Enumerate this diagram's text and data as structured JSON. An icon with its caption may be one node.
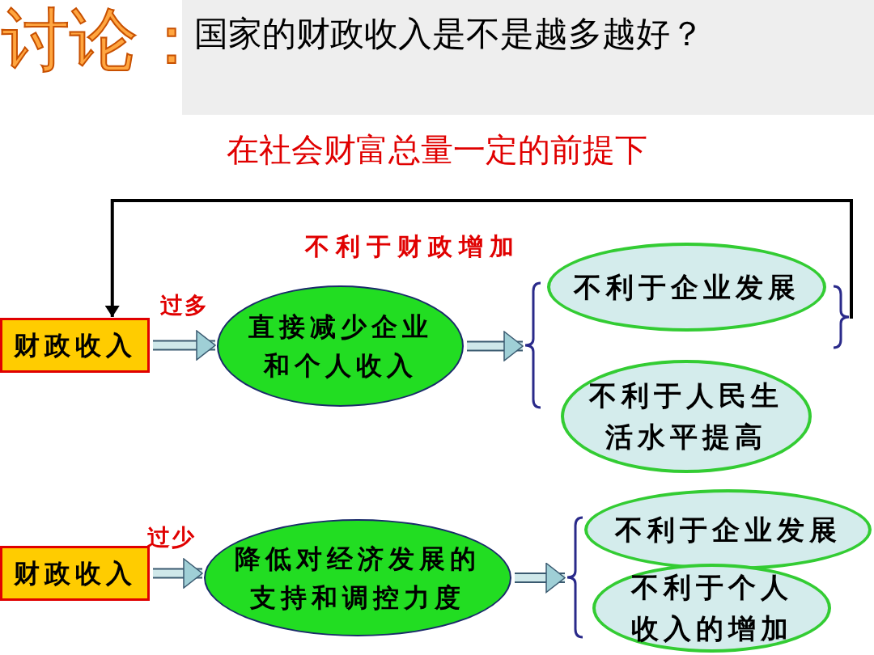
{
  "diagram": {
    "title": "国家的财政收入是不是越多越好？",
    "nodes": [
      {
        "text": [
          "财政收入"
        ]
      },
      {
        "text": [
          "直接减少企业和个人收入"
        ]
      },
      {
        "text": [],
        "shape": "brace"
      },
      {
        "text": [
          "不利于企业发展"
        ]
      },
      {
        "text": [
          "不利于人民生活水平提高"
        ]
      },
      {
        "text": [],
        "shape": "brace"
      },
      {
        "text": [
          "财政收入"
        ]
      },
      {
        "text": [
          "降低对经济发展的支持和调控力度"
        ]
      },
      {
        "text": [],
        "shape": "brace"
      },
      {
        "text": [
          "不利于企业发展"
        ]
      },
      {
        "text": [
          "不利于个人收入的增加"
        ]
      }
    ],
    "edges": [
      {
        "from": 0,
        "to": 1,
        "arrow": "to",
        "label": "过多"
      },
      {
        "from": 1,
        "to": 2,
        "arrow": "to"
      },
      {
        "from": 5,
        "to": 0,
        "arrow": "to",
        "label": "不利于财政增加",
        "color": "#000000"
      },
      {
        "from": 6,
        "to": 7,
        "arrow": "to",
        "label": "过少"
      },
      {
        "from": 7,
        "to": 8,
        "arrow": "to"
      }
    ],
    "labels": [
      "讨论：",
      "在社会财富总量一定的前提下"
    ]
  }
}
